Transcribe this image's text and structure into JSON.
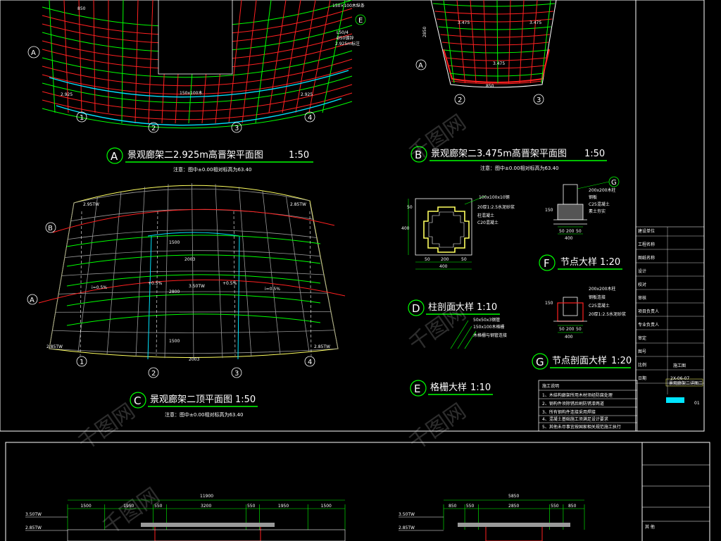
{
  "drawings": {
    "plan_a": {
      "letter": "A",
      "title": "景观廊架二2.925m高晋架平面图",
      "scale": "1:50",
      "note": "注意：图中±0.00相对标高为63.40",
      "dims": [
        "150×100木纵条",
        "L50/4",
        "Ø50镀锌",
        "2.925m标注",
        "2.925",
        "2.925",
        "150x100木",
        "850"
      ],
      "axes": [
        "A",
        "1",
        "2",
        "3",
        "4"
      ],
      "tag": "E"
    },
    "plan_b": {
      "letter": "B",
      "title": "景观廊架二3.475m高晋架平面图",
      "scale": "1:50",
      "note": "注意：图中±0.00相对标高为63.40",
      "elev": [
        "3.475",
        "3.475",
        "3.475"
      ],
      "axes": [
        "A",
        "2",
        "3"
      ],
      "dims": [
        "2850",
        "850"
      ]
    },
    "plan_c": {
      "letter": "C",
      "title": "景观廊架二顶平面图",
      "scale": "1:50",
      "note": "注意：图中±0.00相对标高为63.40",
      "elev": [
        "2.95TW",
        "2.85TW",
        "3.50TW",
        "2.85TW",
        "2.85TW"
      ],
      "slopes": [
        "i=0.5%",
        "i=0.5%",
        "+0.5%",
        "+0.5%"
      ],
      "axes": [
        "B",
        "A",
        "1",
        "2",
        "3",
        "4"
      ],
      "dims": [
        "1500",
        "2800",
        "1500",
        "2003",
        "2003"
      ]
    },
    "detail_d": {
      "letter": "D",
      "title": "柱剖面大样",
      "scale": "1:10",
      "dims": [
        "400",
        "50",
        "200",
        "50",
        "50",
        "400"
      ],
      "notes": [
        "100x100x10钢",
        "20厚1:2.5水泥砂浆",
        "柱混凝土",
        "C20混凝土"
      ]
    },
    "detail_e": {
      "letter": "E",
      "title": "格栅大样",
      "scale": "1:10",
      "notes": [
        "50x50x3钢管",
        "150x100木格栅",
        "木格栅与钢管连接"
      ]
    },
    "detail_f": {
      "letter": "F",
      "title": "节点大样",
      "scale": "1:20",
      "tag": "G",
      "dims": [
        "50",
        "200",
        "50",
        "400",
        "150"
      ],
      "notes": [
        "200x200木柱",
        "钢板",
        "C25混凝土",
        "素土夯实"
      ]
    },
    "detail_g": {
      "letter": "G",
      "title": "节点剖面大样",
      "scale": "1:20",
      "dims": [
        "50",
        "200",
        "50",
        "400",
        "150"
      ],
      "notes": [
        "200x200木柱",
        "钢板连接",
        "C25混凝土",
        "20厚1:2.5水泥砂浆"
      ]
    },
    "notes_table": {
      "header": "施工说明",
      "lines": [
        "1、木结构廊架所用木材须经防腐处理",
        "2、钢构件须除锈后刷防锈漆两道",
        "3、所有钢构件连接采用焊接",
        "4、混凝土基础施工须满足设计要求",
        "5、其他未尽事宜按国家相关规范施工执行"
      ]
    },
    "elevations": {
      "left": {
        "total": "11900",
        "segments": [
          "1500",
          "1950",
          "550",
          "3200",
          "550",
          "1950",
          "1500"
        ],
        "levels": [
          "3.50TW",
          "2.85TW"
        ]
      },
      "right": {
        "total": "5850",
        "segments": [
          "850",
          "550",
          "2850",
          "550",
          "850"
        ],
        "levels": [
          "3.50TW",
          "2.85TW"
        ]
      }
    }
  },
  "title_block": {
    "rows": [
      "建设单位",
      "工程名称",
      "图纸名称",
      "设计",
      "校对",
      "审核",
      "项目负责人",
      "专业负责人",
      "审定",
      "图号",
      "比例",
      "日期"
    ],
    "values": [
      "",
      "",
      "",
      "",
      "",
      "",
      "",
      "",
      "",
      "",
      "",
      "2X-06-07"
    ],
    "stage": "施工图",
    "drawing_no": "景观廊架二详图二",
    "sheet": "01"
  },
  "watermark": "千图网",
  "lower_title_block": [
    "",
    "",
    "",
    "其 他"
  ],
  "colors": {
    "background": "#000000",
    "grid_red": "#ff2020",
    "grid_green": "#00ff00",
    "cyan": "#00e5ff",
    "white": "#ffffff",
    "yellow": "#ffff60",
    "grey": "#9a9a9a"
  }
}
